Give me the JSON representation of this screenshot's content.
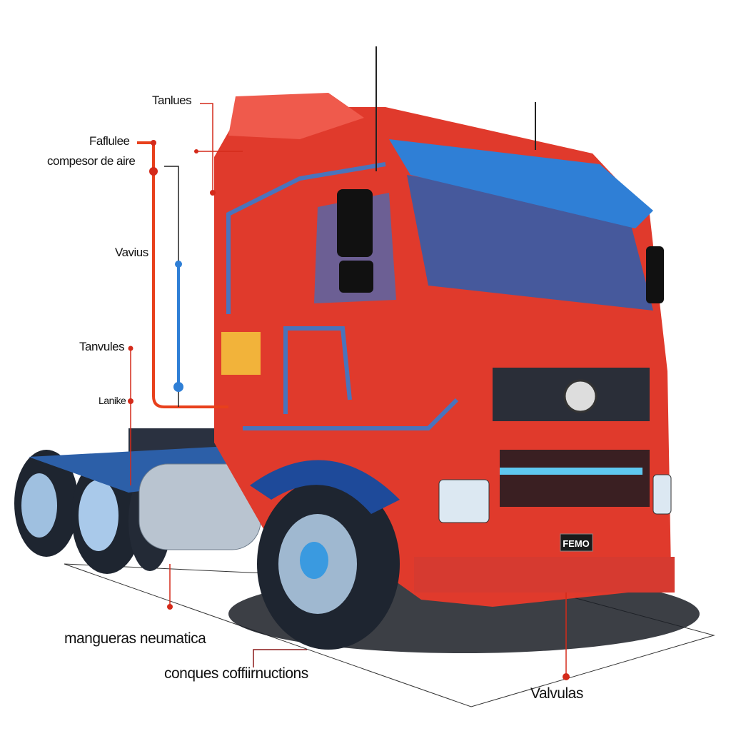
{
  "labels": {
    "tanlues": "Tanlues",
    "faflulee": "Faflulee",
    "compresor": "compesor de aire",
    "vavius": "Vavius",
    "tanvules": "Tanvules",
    "lanike": "Lanike",
    "mangueras": "mangueras neumatica",
    "conques": "conques coffiirnuctions",
    "valvulas": "Valvulas"
  },
  "plate_text": "FEMO",
  "colors": {
    "body": "#e03a2c",
    "pipe_blue": "#2f7fd6",
    "leader_red": "#d42a1a",
    "tank": "#b9c4d0",
    "tire": "#1e2530"
  }
}
